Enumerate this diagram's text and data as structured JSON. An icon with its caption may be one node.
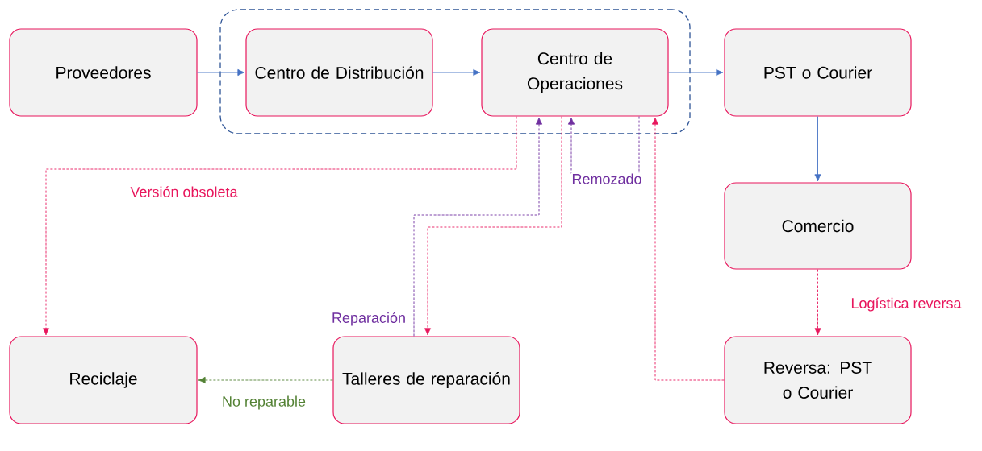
{
  "diagram": {
    "nodes": [
      {
        "text": [
          "Proveedores"
        ]
      },
      {
        "text": [],
        "shape": "box"
      },
      {
        "text": [
          "Centro de Distribución"
        ],
        "in": 1
      },
      {
        "text": [
          "Centro de Operaciones"
        ],
        "in": 1
      },
      {
        "text": [
          "PST o Courier"
        ]
      },
      {
        "text": [
          "Comercio"
        ]
      },
      {
        "text": [
          "Reciclaje"
        ]
      },
      {
        "text": [
          "Talleres de reparación"
        ]
      },
      {
        "text": [
          "Reversa: PST o Courier"
        ]
      }
    ],
    "edges": [
      {
        "from": 0,
        "to": 2,
        "arrow": "to"
      },
      {
        "from": 2,
        "to": 3,
        "arrow": "to"
      },
      {
        "from": 3,
        "to": 4,
        "arrow": "to"
      },
      {
        "from": 4,
        "to": 5,
        "arrow": "to"
      },
      {
        "from": 3,
        "to": 6,
        "arrow": "to",
        "label": "Versión obsoleta",
        "style": "dashed",
        "color": "#e8175d"
      },
      {
        "from": 3,
        "to": 7,
        "arrow": "to",
        "style": "dashed",
        "color": "#e8175d"
      },
      {
        "from": 7,
        "to": 3,
        "arrow": "to",
        "label": "Reparación",
        "style": "dashed",
        "color": "#7030a0"
      },
      {
        "from": 3,
        "to": 3,
        "arrow": "to",
        "label": "Remozado",
        "style": "dashed",
        "color": "#7030a0"
      },
      {
        "from": 5,
        "to": 8,
        "arrow": "to",
        "label": "Logística reversa",
        "style": "dashed",
        "color": "#e8175d"
      },
      {
        "from": 8,
        "to": 3,
        "arrow": "to",
        "style": "dashed",
        "color": "#e8175d"
      },
      {
        "from": 7,
        "to": 6,
        "arrow": "to",
        "label": "No reparable",
        "style": "dashed",
        "color": "#548235"
      }
    ]
  }
}
